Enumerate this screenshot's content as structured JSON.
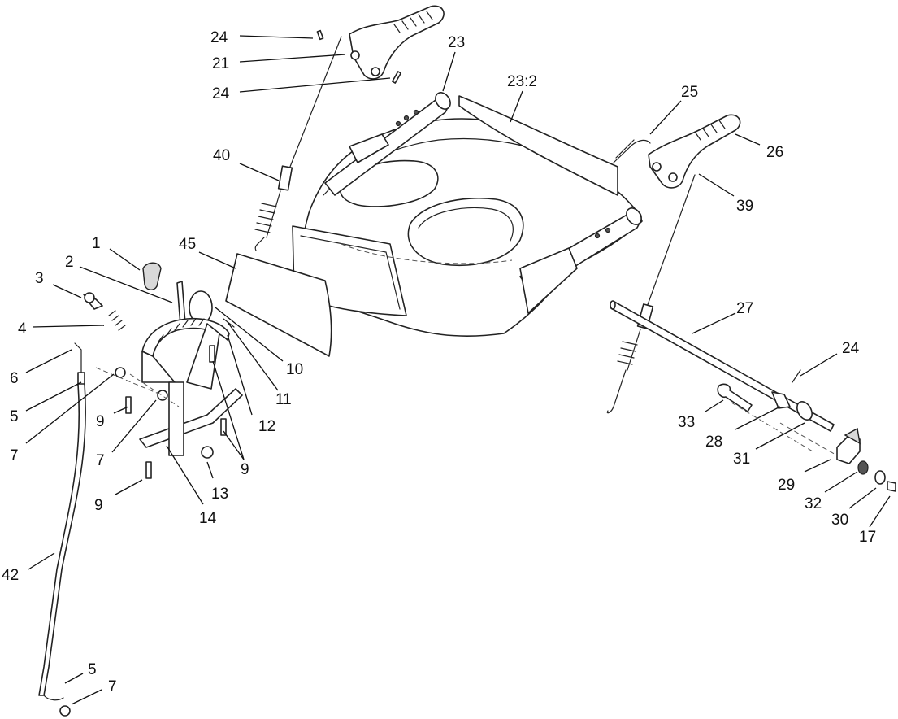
{
  "callouts": [
    {
      "id": "c-24-top",
      "text": "24"
    },
    {
      "id": "c-21",
      "text": "21"
    },
    {
      "id": "c-24-mid",
      "text": "24"
    },
    {
      "id": "c-23",
      "text": "23"
    },
    {
      "id": "c-23-2",
      "text": "23:2"
    },
    {
      "id": "c-25",
      "text": "25"
    },
    {
      "id": "c-26",
      "text": "26"
    },
    {
      "id": "c-39",
      "text": "39"
    },
    {
      "id": "c-40",
      "text": "40"
    },
    {
      "id": "c-1",
      "text": "1"
    },
    {
      "id": "c-2",
      "text": "2"
    },
    {
      "id": "c-45",
      "text": "45"
    },
    {
      "id": "c-3",
      "text": "3"
    },
    {
      "id": "c-4",
      "text": "4"
    },
    {
      "id": "c-6",
      "text": "6"
    },
    {
      "id": "c-5-top",
      "text": "5"
    },
    {
      "id": "c-7-left",
      "text": "7"
    },
    {
      "id": "c-10",
      "text": "10"
    },
    {
      "id": "c-11",
      "text": "11"
    },
    {
      "id": "c-12",
      "text": "12"
    },
    {
      "id": "c-9-a",
      "text": "9"
    },
    {
      "id": "c-7-mid",
      "text": "7"
    },
    {
      "id": "c-9-b",
      "text": "9"
    },
    {
      "id": "c-13",
      "text": "13"
    },
    {
      "id": "c-9-c",
      "text": "9"
    },
    {
      "id": "c-14",
      "text": "14"
    },
    {
      "id": "c-27",
      "text": "27"
    },
    {
      "id": "c-24-right",
      "text": "24"
    },
    {
      "id": "c-33",
      "text": "33"
    },
    {
      "id": "c-28",
      "text": "28"
    },
    {
      "id": "c-31",
      "text": "31"
    },
    {
      "id": "c-29",
      "text": "29"
    },
    {
      "id": "c-32",
      "text": "32"
    },
    {
      "id": "c-30",
      "text": "30"
    },
    {
      "id": "c-17",
      "text": "17"
    },
    {
      "id": "c-42",
      "text": "42"
    },
    {
      "id": "c-5-bottom",
      "text": "5"
    },
    {
      "id": "c-7-bottom",
      "text": "7"
    }
  ]
}
